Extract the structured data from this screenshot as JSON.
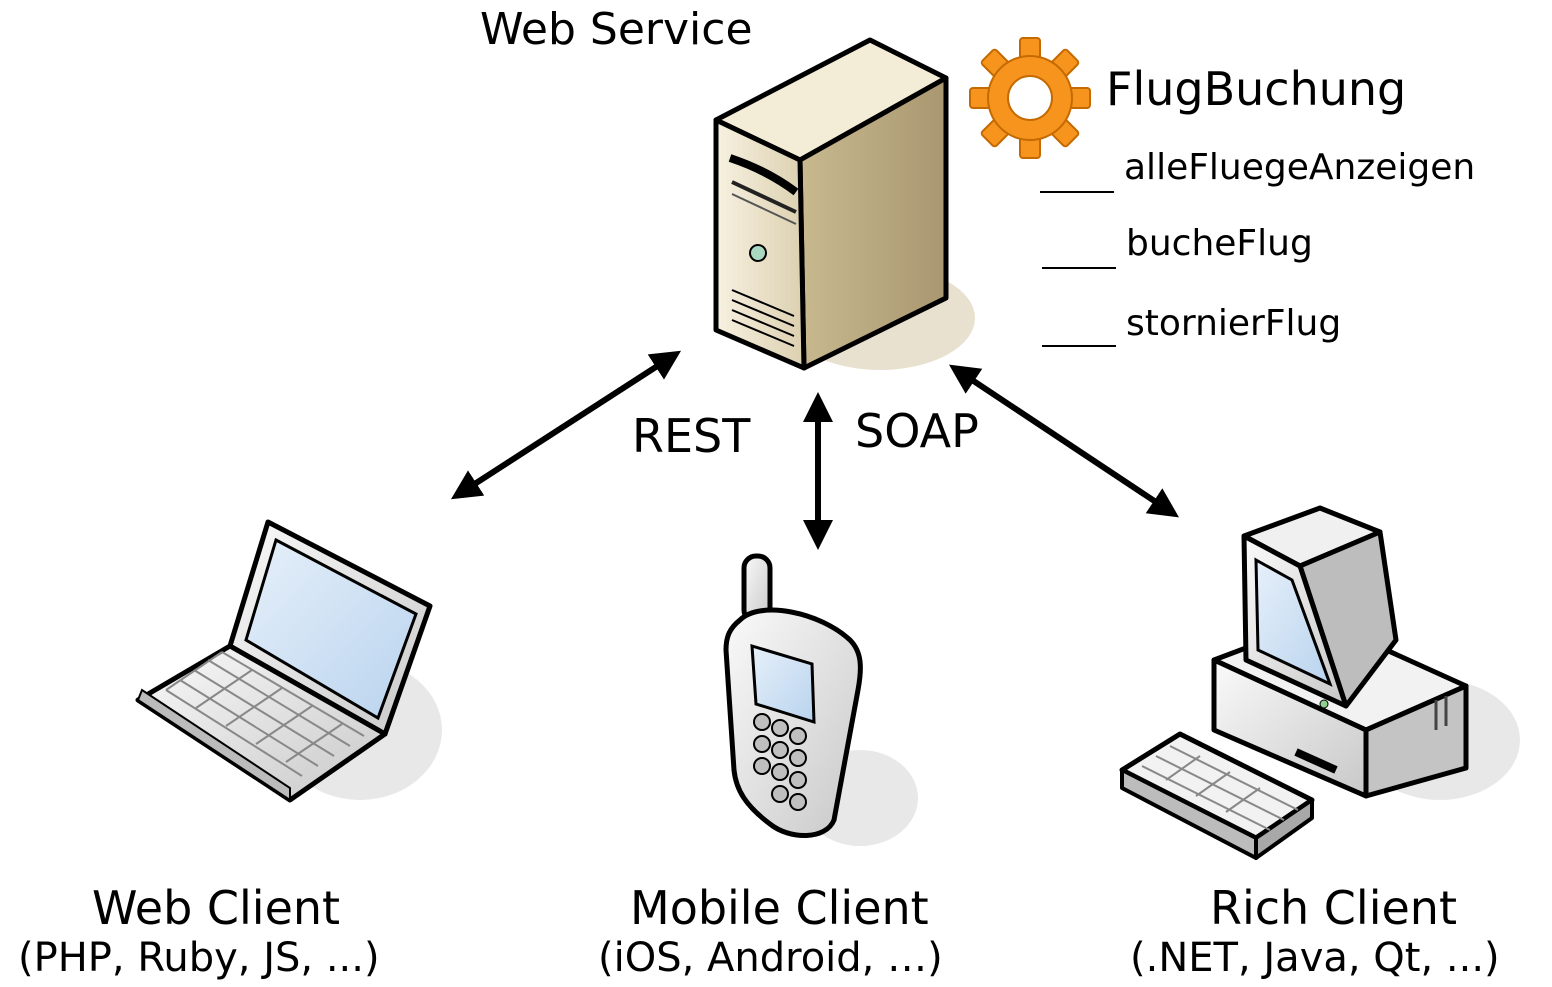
{
  "web_service": {
    "title": "Web Service",
    "service_name": "FlugBuchung",
    "service_icon": "gear-icon",
    "service_icon_color": "#f7941d",
    "operations": [
      "alleFluegeAnzeigen",
      "bucheFlug",
      "stornierFlug"
    ]
  },
  "protocols": {
    "rest": "REST",
    "soap": "SOAP"
  },
  "clients": [
    {
      "name": "Web Client",
      "tech": "(PHP, Ruby, JS, ...)",
      "icon": "laptop-icon"
    },
    {
      "name": "Mobile Client",
      "tech": "(iOS, Android, …)",
      "icon": "mobile-phone-icon"
    },
    {
      "name": "Rich Client",
      "tech": "(.NET, Java, Qt, ...)",
      "icon": "desktop-computer-icon"
    }
  ],
  "colors": {
    "server_body": "#e6dcc3",
    "server_shadow": "#e8e1d0",
    "gear": "#f7941d",
    "screen": "#cfe3f7"
  }
}
